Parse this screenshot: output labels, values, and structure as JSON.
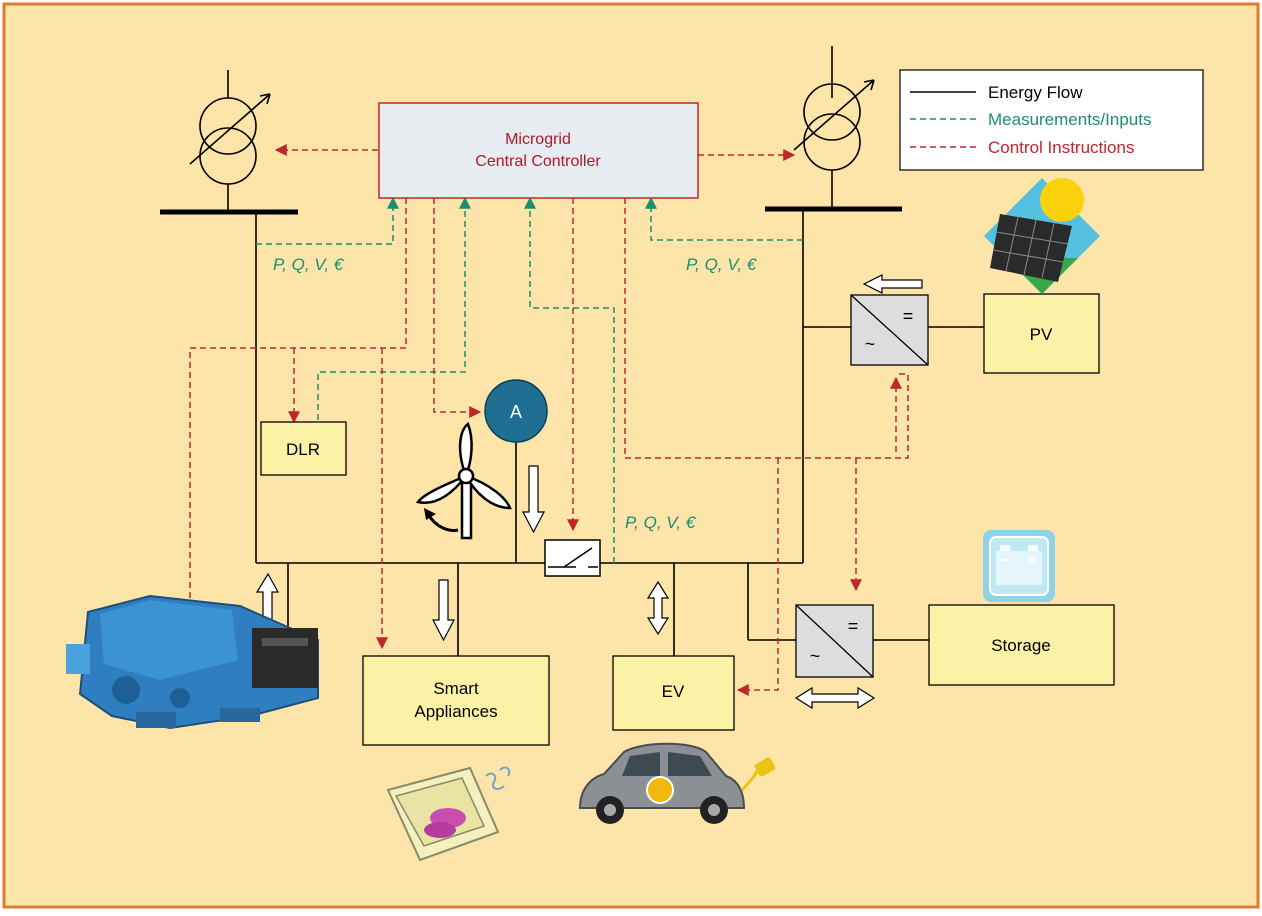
{
  "controller": {
    "line1": "Microgrid",
    "line2": "Central Controller"
  },
  "legend": {
    "energy_flow": "Energy Flow",
    "measurements": "Measurements/Inputs",
    "control": "Control Instructions"
  },
  "pqv_label": "P, Q, V, €",
  "nodes": {
    "dlr": "DLR",
    "ammeter": "A",
    "pv": "PV",
    "storage": "Storage",
    "ev": "EV",
    "smart_line1": "Smart",
    "smart_line2": "Appliances"
  },
  "converter": {
    "dc": "=",
    "ac": "~"
  },
  "colors": {
    "background": "#fde4a8",
    "border": "#e07b2e",
    "box_fill": "#fbf2a6",
    "controller_fill": "#e6ecef",
    "control": "#c0262c",
    "measurement": "#1a8f6f",
    "energy": "#000000",
    "ammeter": "#1f6f92"
  }
}
